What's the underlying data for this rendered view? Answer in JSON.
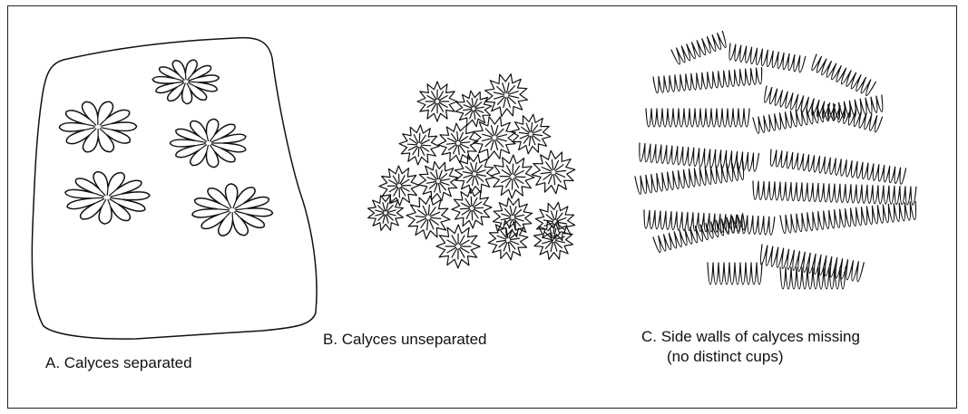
{
  "figure": {
    "panels": [
      {
        "id": "A",
        "caption": "A.  Calyces separated",
        "illustration": "separated-calyces-on-colony"
      },
      {
        "id": "B",
        "caption": "B.  Calyces unseparated",
        "illustration": "packed-calyces"
      },
      {
        "id": "C",
        "caption_line1": "C.  Side walls of calyces missing",
        "caption_line2": "(no distinct cups)",
        "illustration": "meandering-septa"
      }
    ],
    "ink_color": "#111111",
    "background_color": "#ffffff"
  }
}
